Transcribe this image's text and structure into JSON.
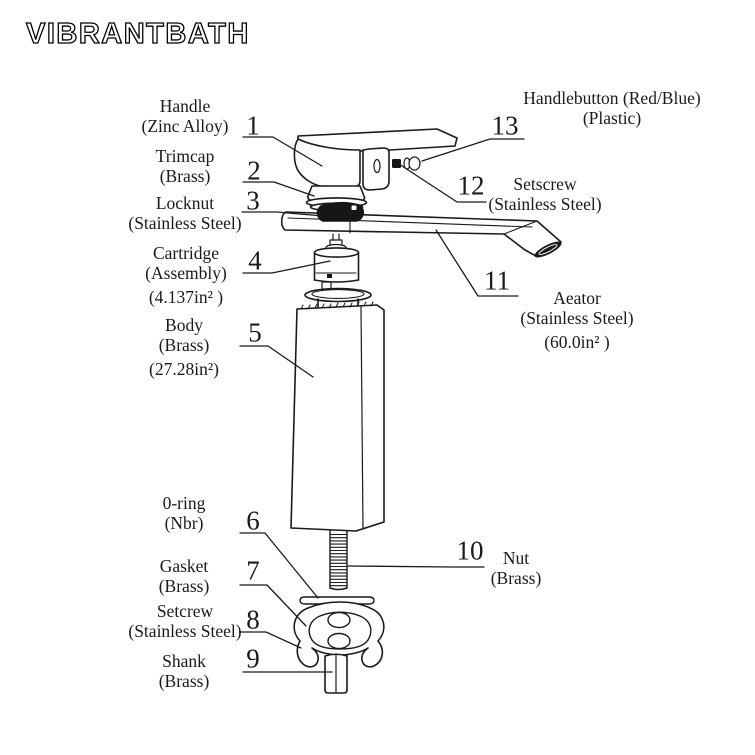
{
  "brand": "VIBRANTBATH",
  "colors": {
    "line": "#1a1a1a",
    "dark_fill": "#161616",
    "background": "#ffffff"
  },
  "parts": {
    "handle": {
      "num": "1",
      "line1": "Handle",
      "line2": "(Zinc Alloy)"
    },
    "trimcap": {
      "num": "2",
      "line1": "Trimcap",
      "line2": "(Brass)"
    },
    "locknut": {
      "num": "3",
      "line1": "Locknut",
      "line2": "(Stainless Steel)"
    },
    "cartridge": {
      "num": "4",
      "line1": "Cartridge",
      "line2": "(Assembly)",
      "line3": "(4.137in² )"
    },
    "body": {
      "num": "5",
      "line1": "Body",
      "line2": "(Brass)",
      "line3": "(27.28in²)"
    },
    "oring": {
      "num": "6",
      "line1": "0-ring",
      "line2": "(Nbr)"
    },
    "gasket": {
      "num": "7",
      "line1": "Gasket",
      "line2": "(Brass)"
    },
    "setcrew": {
      "num": "8",
      "line1": "Setcrew",
      "line2": "(Stainless Steel)"
    },
    "shank": {
      "num": "9",
      "line1": "Shank",
      "line2": "(Brass)"
    },
    "nut": {
      "num": "10",
      "line1": "Nut",
      "line2": "(Brass)"
    },
    "aerator": {
      "num": "11",
      "line1": "Aeator",
      "line2": "(Stainless Steel)",
      "line3": "(60.0in² )"
    },
    "setscrew": {
      "num": "12",
      "line1": "Setscrew",
      "line2": "(Stainless Steel)"
    },
    "handlebutton": {
      "num": "13",
      "line1": "Handlebutton (Red/Blue)",
      "line2": "(Plastic)"
    }
  }
}
